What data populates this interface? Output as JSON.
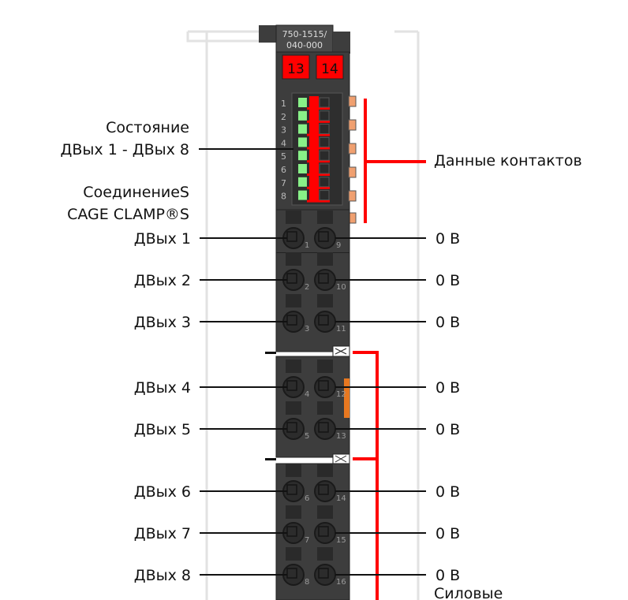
{
  "module": {
    "part_number_line1": "750-1515/",
    "part_number_line2": "040-000",
    "indicator_left": "13",
    "indicator_right": "14",
    "led_numbers": [
      "1",
      "2",
      "3",
      "4",
      "5",
      "6",
      "7",
      "8"
    ],
    "terminal_numbers_left": [
      "1",
      "2",
      "3",
      "4",
      "5",
      "6",
      "7",
      "8"
    ],
    "terminal_numbers_right": [
      "9",
      "10",
      "11",
      "12",
      "13",
      "14",
      "15",
      "16"
    ]
  },
  "labels_left": {
    "status_line1": "Состояние",
    "status_line2": "ДВых 1 - ДВых 8",
    "connection_line1": "СоединениеS",
    "connection_line2": "CAGE CLAMP®S",
    "outputs": [
      "ДВых 1",
      "ДВых 2",
      "ДВых 3",
      "ДВых 4",
      "ДВых 5",
      "ДВых 6",
      "ДВых 7",
      "ДВых 8"
    ]
  },
  "labels_right": {
    "contact_data": "Данные контактов",
    "grounds": [
      "0 В",
      "0 В",
      "0 В",
      "0 В",
      "0 В",
      "0 В",
      "0 В",
      "0 В"
    ],
    "power": "Силовые"
  },
  "colors": {
    "module": "#3d3d3d",
    "accent_red": "#ff0000",
    "led_green": "#88f088",
    "contact_orange": "#f0a070"
  }
}
